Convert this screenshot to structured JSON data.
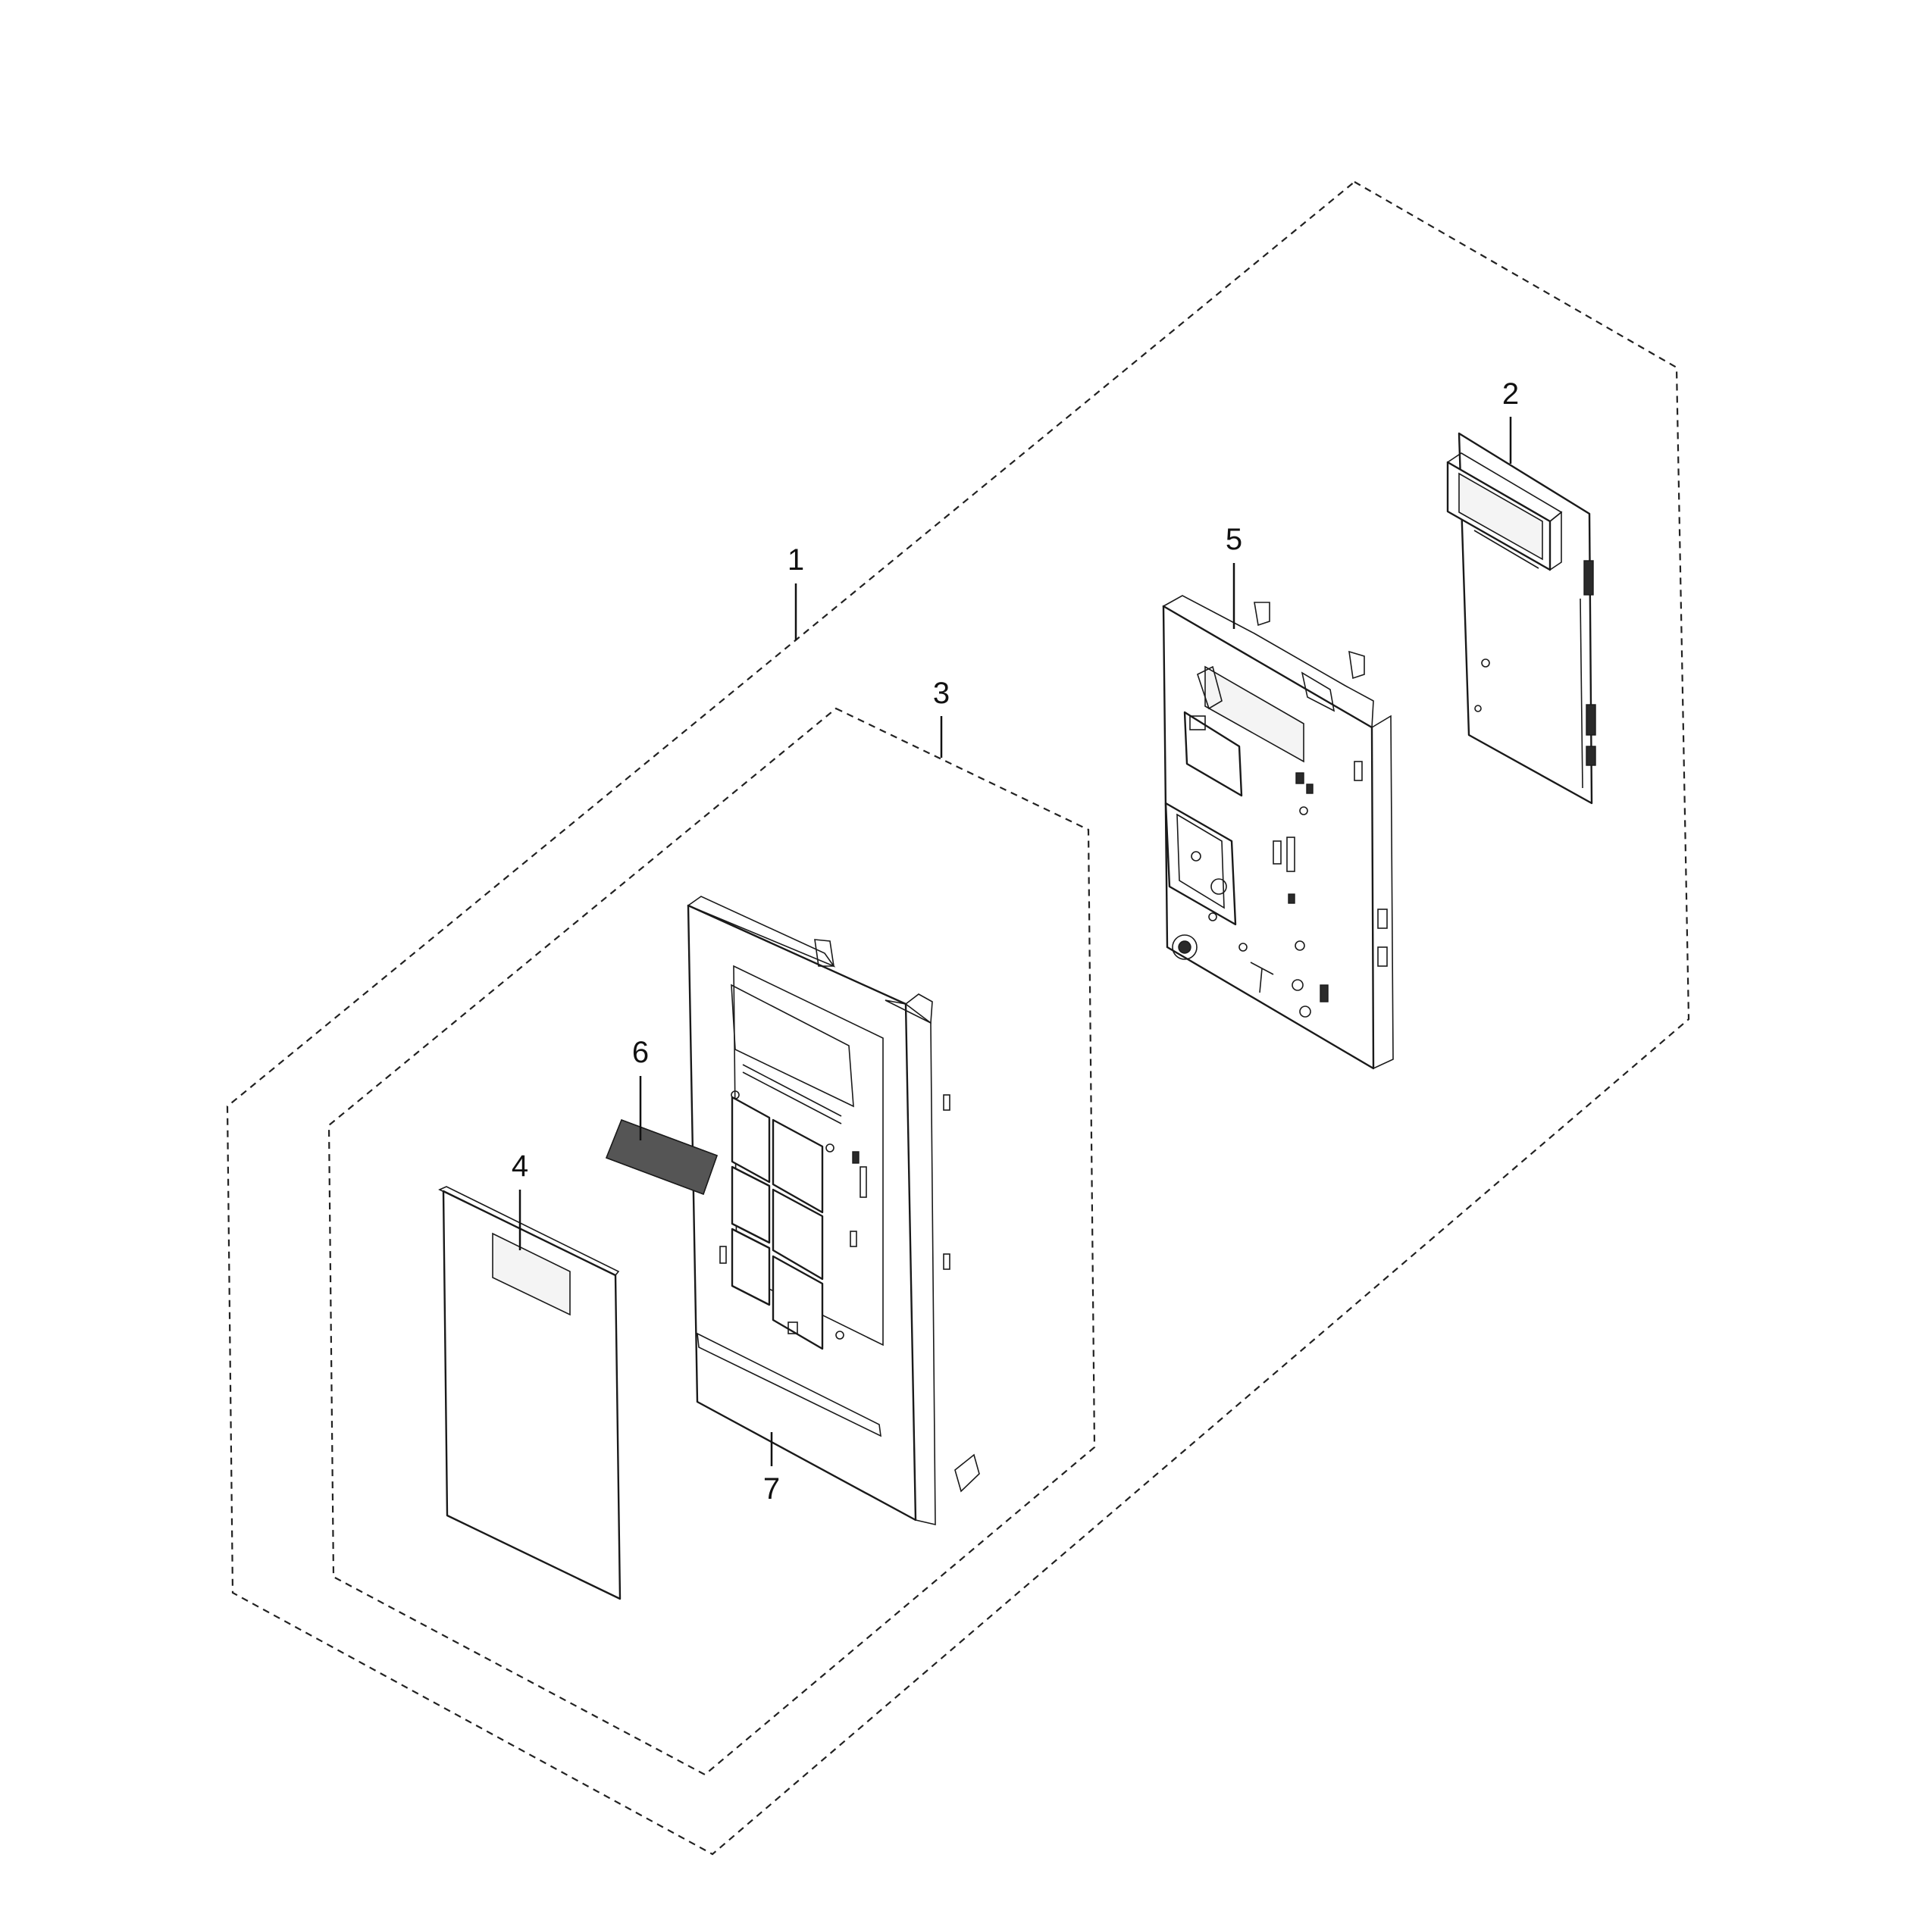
{
  "diagram": {
    "type": "exploded-parts-view",
    "callouts": {
      "assembly_control": "1",
      "pcb_sub": "2",
      "assembly_panel": "3",
      "membrane_sheet": "4",
      "bracket_pcb": "5",
      "window_display": "6",
      "panel_front": "7"
    },
    "colors": {
      "line": "#1a1a1a",
      "background": "#ffffff",
      "part_fill": "#ffffff"
    }
  }
}
